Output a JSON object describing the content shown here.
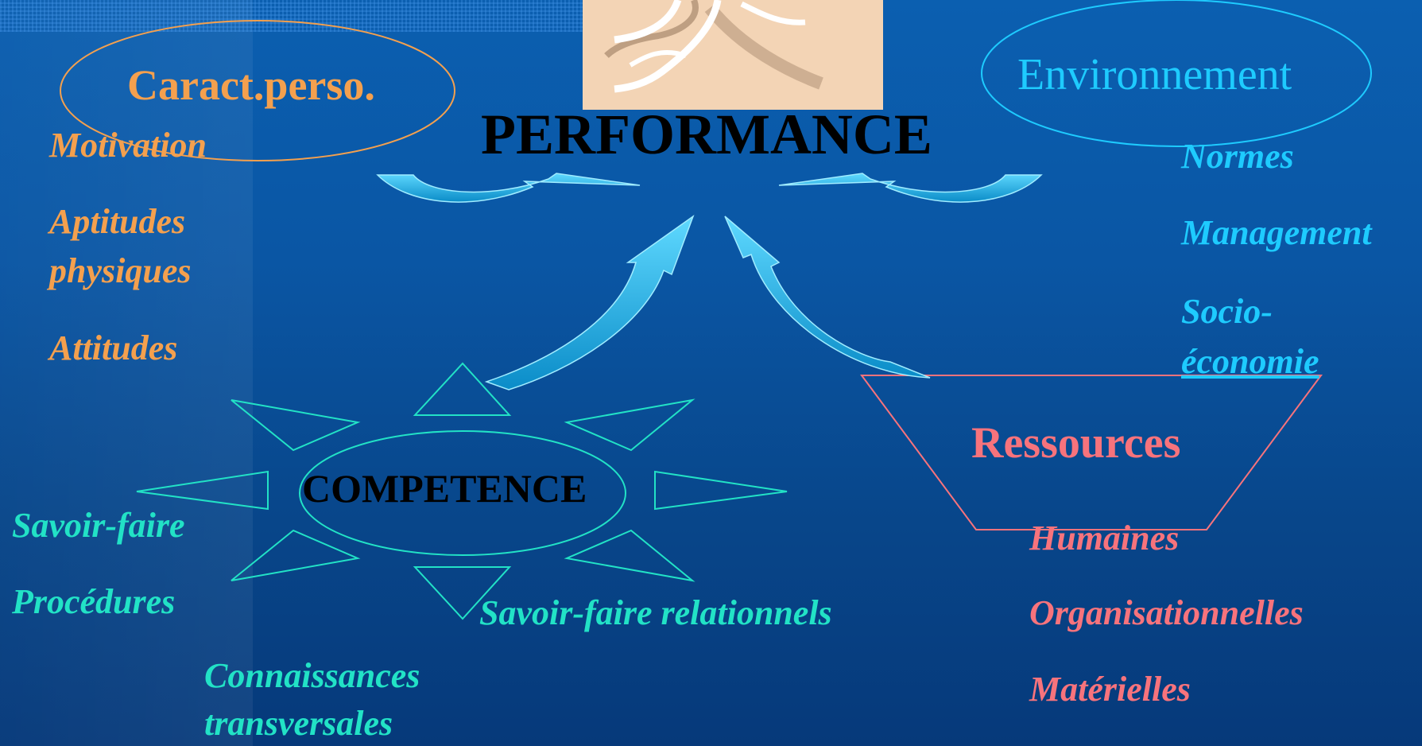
{
  "center": {
    "title": "PERFORMANCE",
    "image": "runner-sketch"
  },
  "personal": {
    "heading": "Caract.perso.",
    "items": [
      "Motivation",
      "Aptitudes",
      "physiques",
      "Attitudes"
    ]
  },
  "environment": {
    "heading": "Environnement",
    "items": [
      "Normes",
      "Management",
      "Socio-",
      "économie"
    ]
  },
  "competence": {
    "heading": "COMPETENCE",
    "items": [
      "Savoir-faire",
      "Procédures",
      "Savoir-faire relationnels",
      "Connaissances",
      "transversales"
    ]
  },
  "resources": {
    "heading": "Ressources",
    "items": [
      "Humaines",
      "Organisationnelles",
      "Matérielles"
    ]
  },
  "colors": {
    "personal": "#f4a04e",
    "environment": "#1ecbff",
    "competence": "#22e2c6",
    "resources": "#f7737c",
    "arrows": "#12b8ea"
  }
}
